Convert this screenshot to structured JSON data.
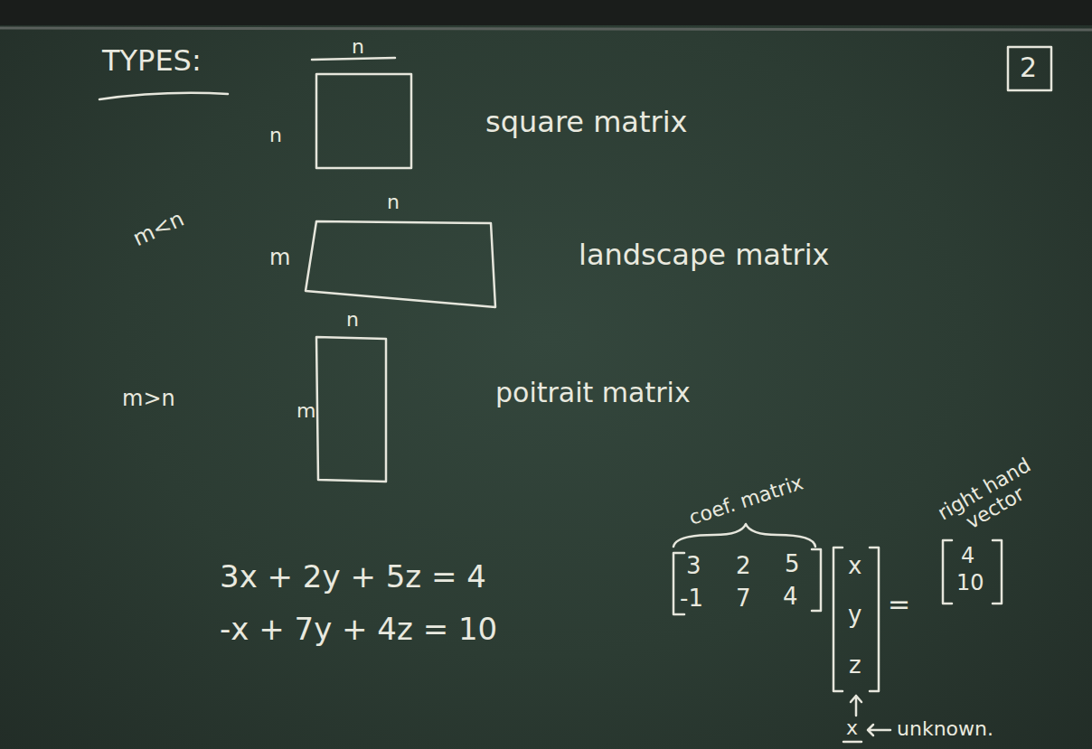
{
  "diagram": {
    "title": "TYPES:",
    "labels": [
      "2",
      "n",
      "n",
      "square matrix",
      "m<n",
      "n",
      "m",
      "landscape matrix",
      "m>n",
      "n",
      "m",
      "poitrait matrix",
      "coef. matrix",
      "right hand vector",
      "3x + 2y + 5z = 4",
      "-x + 7y + 4z = 10",
      "3",
      "2",
      "5",
      "-1",
      "7",
      "4",
      "x",
      "y",
      "z",
      "=",
      "4",
      "10",
      "x",
      "unknown."
    ]
  }
}
